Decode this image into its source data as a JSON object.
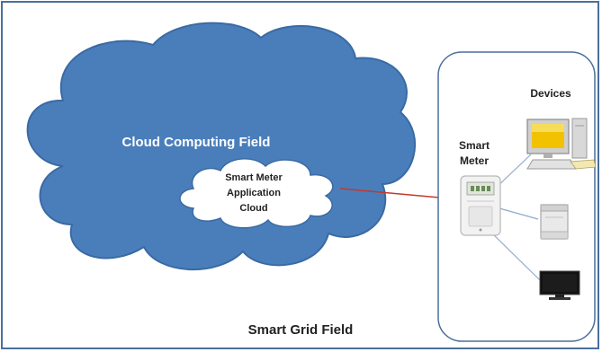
{
  "diagram": {
    "cloud_title": "Cloud Computing Field",
    "inner_cloud_lines": [
      "Smart Meter",
      "Application",
      "Cloud"
    ],
    "field_label": "Smart Grid Field",
    "devices_label": "Devices",
    "meter_label_lines": [
      "Smart",
      "Meter"
    ],
    "devices": [
      {
        "name": "computer-icon"
      },
      {
        "name": "appliance-icon"
      },
      {
        "name": "television-icon"
      }
    ]
  },
  "colors": {
    "cloud_fill": "#4a7ebb",
    "cloud_stroke": "#3a6aa3",
    "border": "#4a6f9c",
    "connector_red": "#c0392b",
    "connector_blue": "#8fa9cc"
  }
}
